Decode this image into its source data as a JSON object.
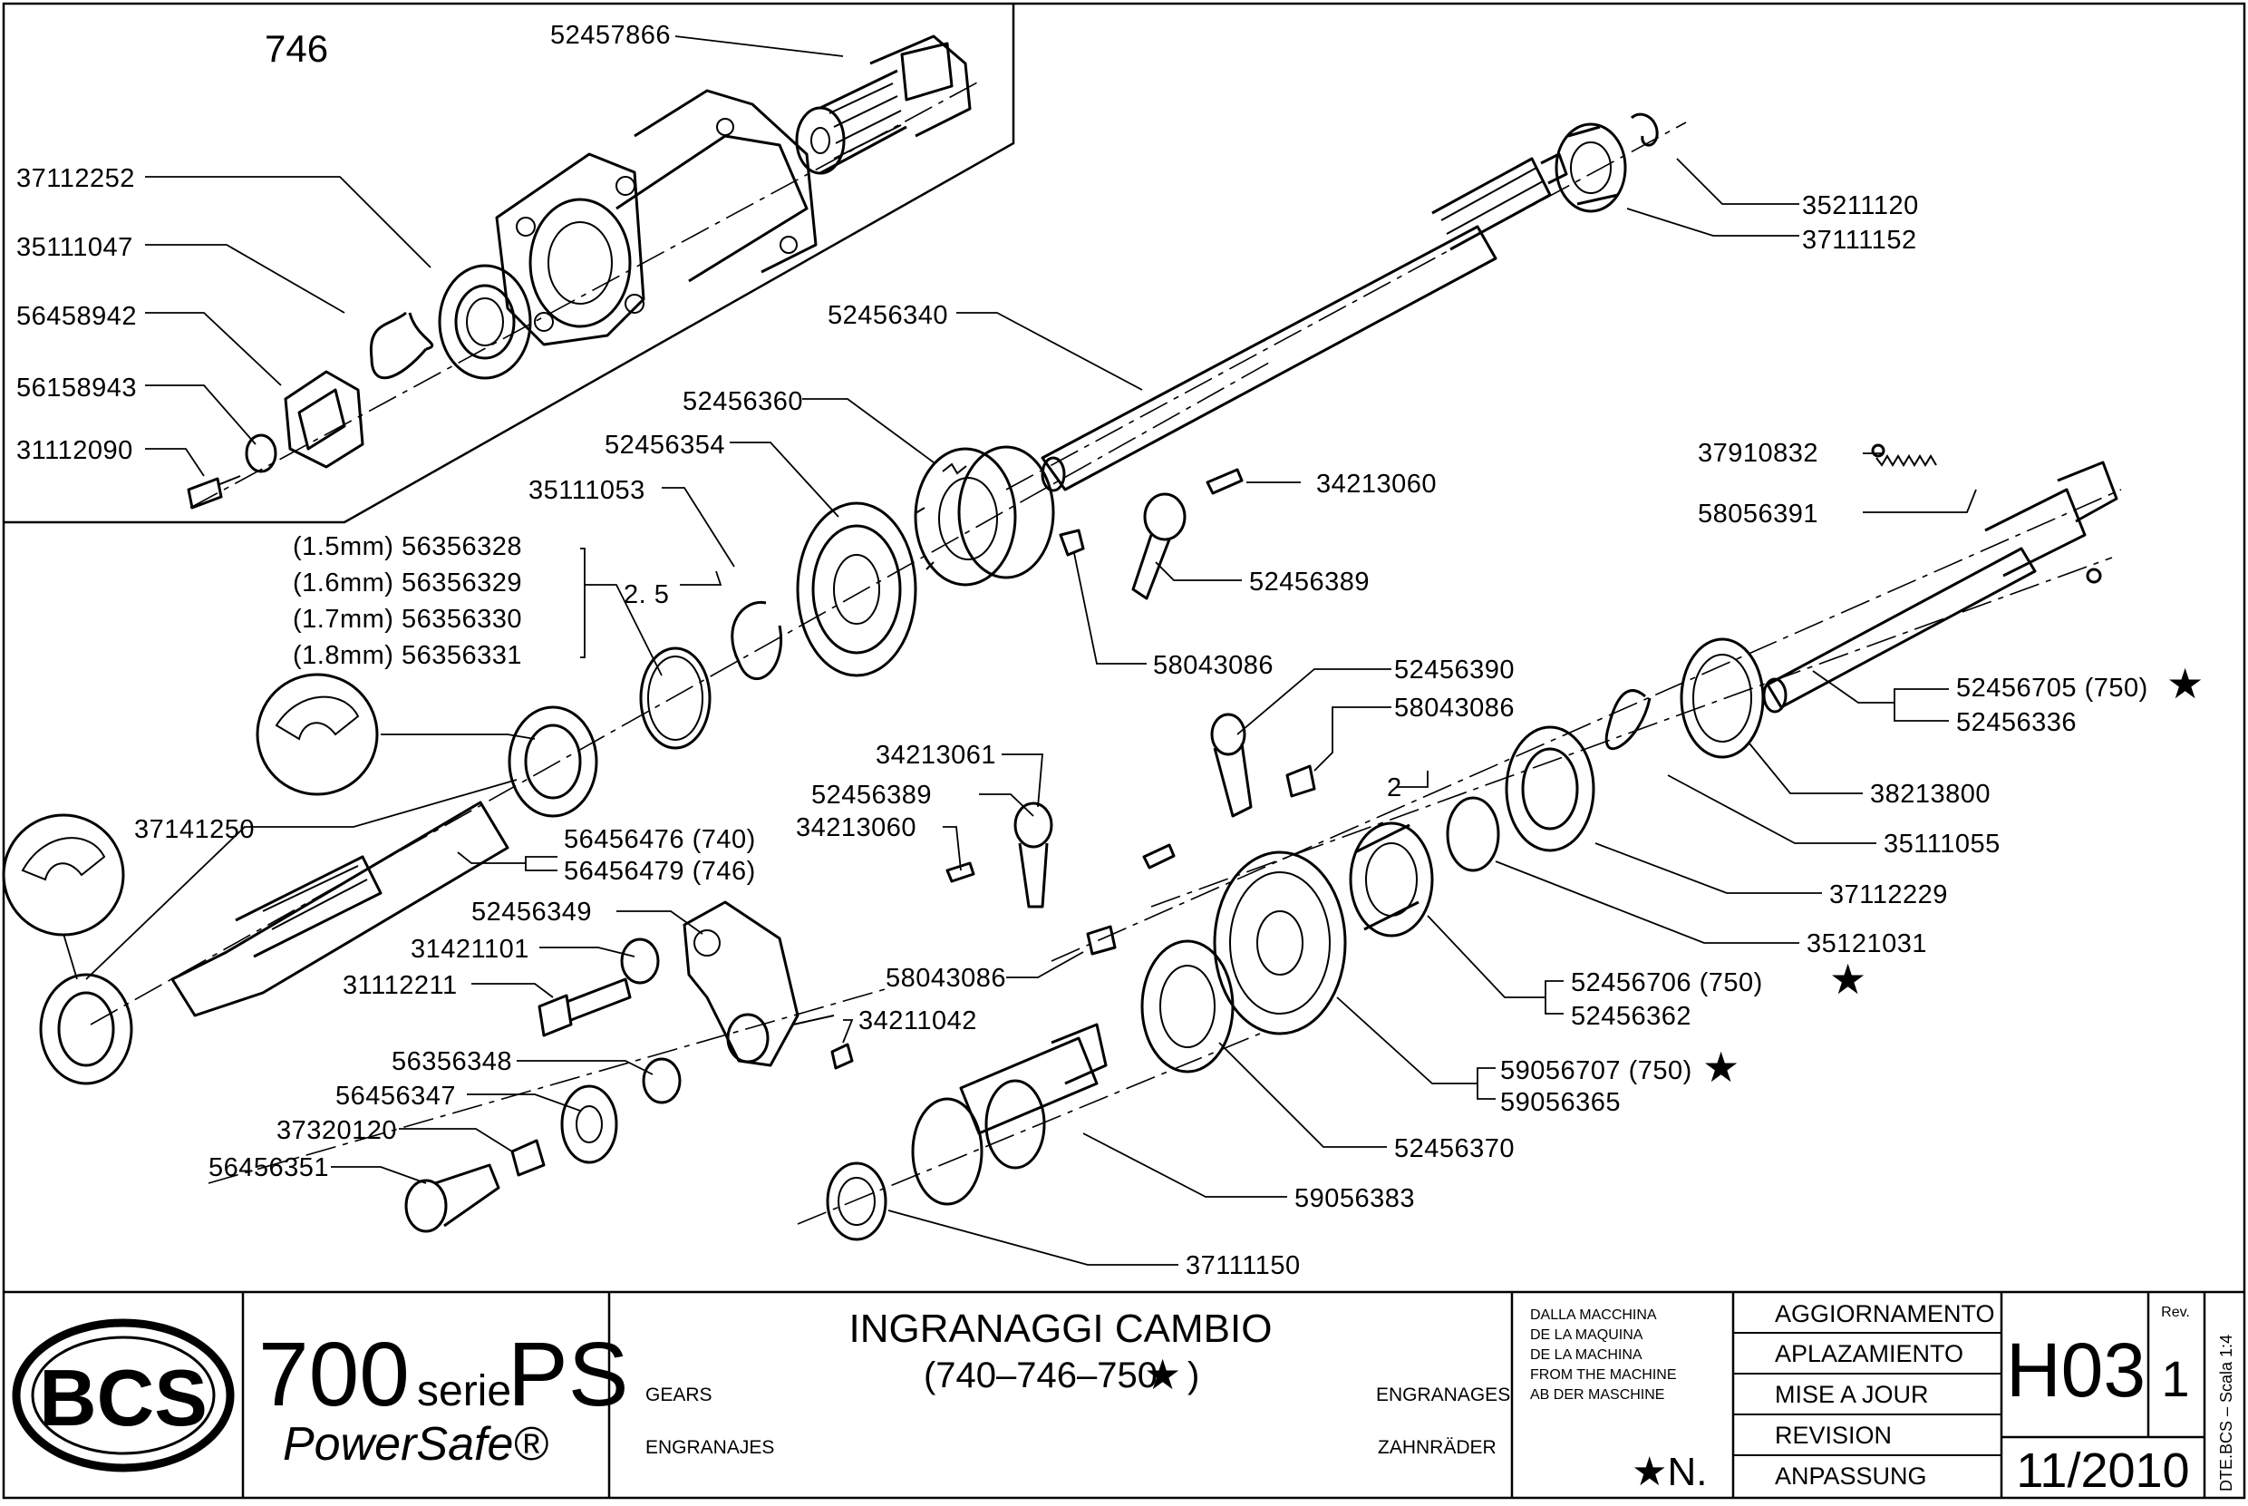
{
  "title_block": {
    "brand": "BCS",
    "model_number": "700",
    "model_serie": "serie",
    "model_ps": "PS",
    "model_name": "PowerSafe®",
    "title": "INGRANAGGI CAMBIO",
    "subtitle": "(740–746–750",
    "star": "★",
    "subtitle_close": ")",
    "lang_gears": "GEARS",
    "lang_engranajes": "ENGRANAJES",
    "lang_engranages": "ENGRANAGES",
    "lang_zahnraeder": "ZAHNRÄDER",
    "from_machine": [
      "DALLA MACCHINA",
      "DE LA MAQUINA",
      "DE LA MACHINA",
      "FROM THE MACHINE",
      "AB DER MASCHINE"
    ],
    "star_n": "★N.",
    "update_labels": [
      "AGGIORNAMENTO",
      "APLAZAMIENTO",
      "MISE A JOUR",
      "REVISION",
      "ANPASSUNG"
    ],
    "sheet_code": "H03",
    "rev_label": "Rev.",
    "rev": "1",
    "date": "11/2010",
    "side_note": "DTE.BCS – Scala 1:4"
  },
  "inset_box_label": "746",
  "dimension_labels": [
    "2. 5",
    "2"
  ],
  "part_labels": [
    "52457866",
    "37112252",
    "35111047",
    "56458942",
    "56158943",
    "31112090",
    "35211120",
    "37111152",
    "52456340",
    "52456360",
    "52456354",
    "35111053",
    "34213060",
    "52456389",
    "58043086",
    "37910832",
    "58056391",
    "(1.5mm)  56356328",
    "(1.6mm)  56356329",
    "(1.7mm)  56356330",
    "(1.8mm)  56356331",
    "52456390",
    "58043086",
    "52456705  (750)",
    "52456336",
    "34213061",
    "52456389",
    "34213060",
    "38213800",
    "35111055",
    "37141250",
    "56456476  (740)",
    "56456479  (746)",
    "37112229",
    "52456349",
    "31421101",
    "31112211",
    "35121031",
    "58043086",
    "52456706  (750)",
    "34211042",
    "52456362",
    "56356348",
    "56456347",
    "37320120",
    "56456351",
    "59056707  (750)",
    "59056365",
    "52456370",
    "59056383",
    "37111150"
  ]
}
